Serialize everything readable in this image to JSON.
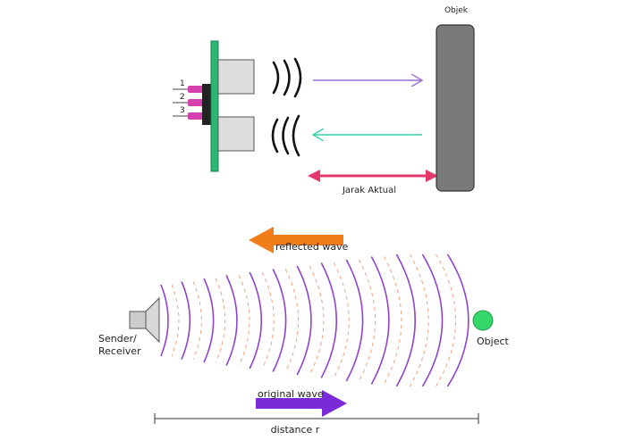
{
  "top": {
    "object_label": "Objek",
    "distance_label": "Jarak Aktual",
    "pins": [
      "1",
      "2",
      "3"
    ]
  },
  "bottom": {
    "reflected_label": "reflected wave",
    "original_label": "original wave",
    "sender_label_line1": "Sender/",
    "sender_label_line2": "Receiver",
    "object_label": "Object",
    "distance_label": "distance r"
  },
  "colors": {
    "board": "#2bb673",
    "pin": "#d63fae",
    "transducer": "#dddddd",
    "object": "#7a7a7a",
    "emit_arrow": "#9b6bd6",
    "echo_arrow": "#35d1a6",
    "distance_arrow": "#e23a6b",
    "reflected_arrow": "#f07c1a",
    "original_arrow": "#7a2ad6",
    "wave_solid": "#8e44cf",
    "wave_dashed": "#f0a27a",
    "target": "#35d66a"
  }
}
